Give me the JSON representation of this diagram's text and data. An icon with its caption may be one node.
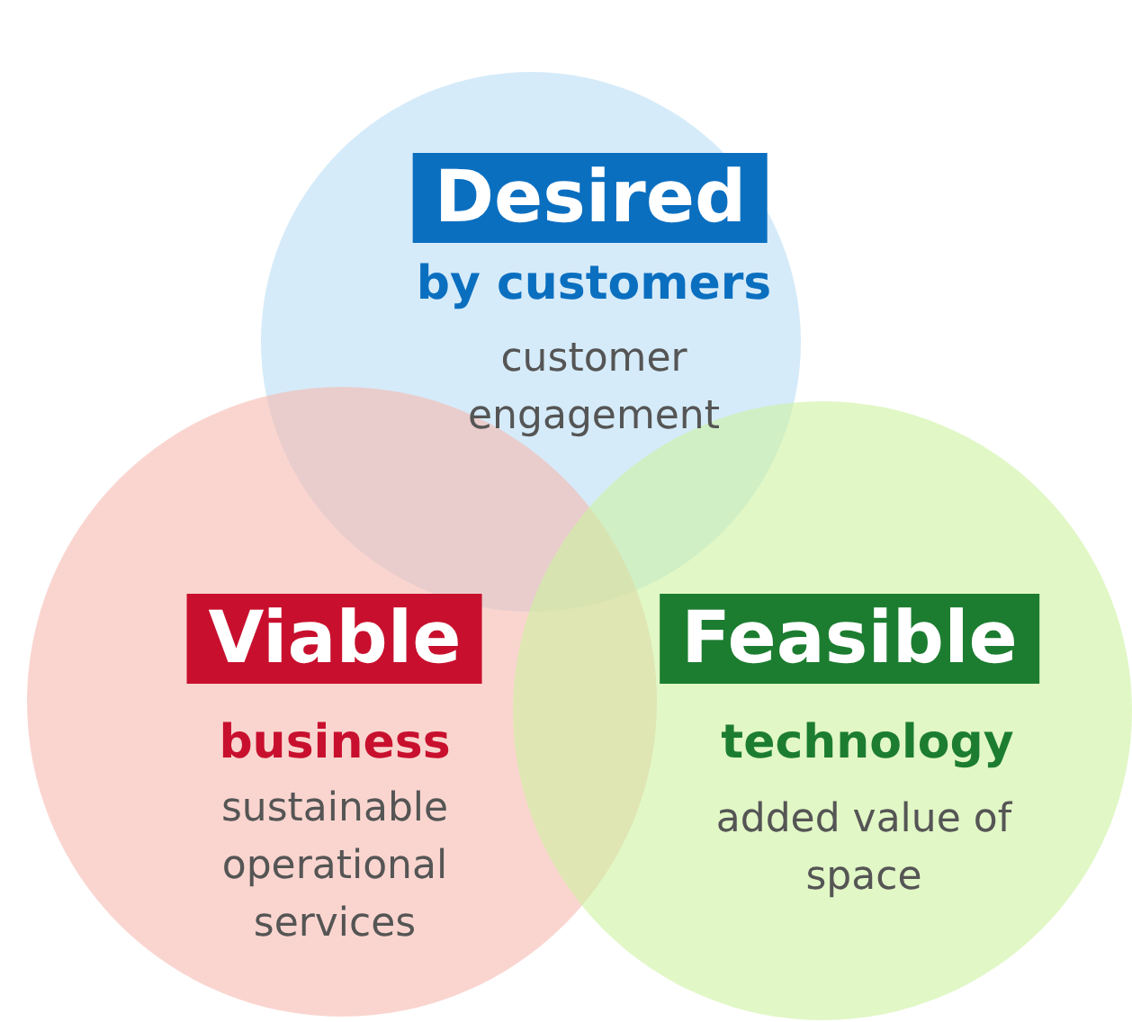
{
  "diagram": {
    "nodes": [
      {
        "text": [
          "Desired",
          "by customers",
          "customer engagement"
        ]
      },
      {
        "text": [
          "Viable",
          "business",
          "sustainable operational services"
        ]
      },
      {
        "text": [
          "Feasible",
          "technology",
          "added value of space"
        ]
      }
    ]
  }
}
